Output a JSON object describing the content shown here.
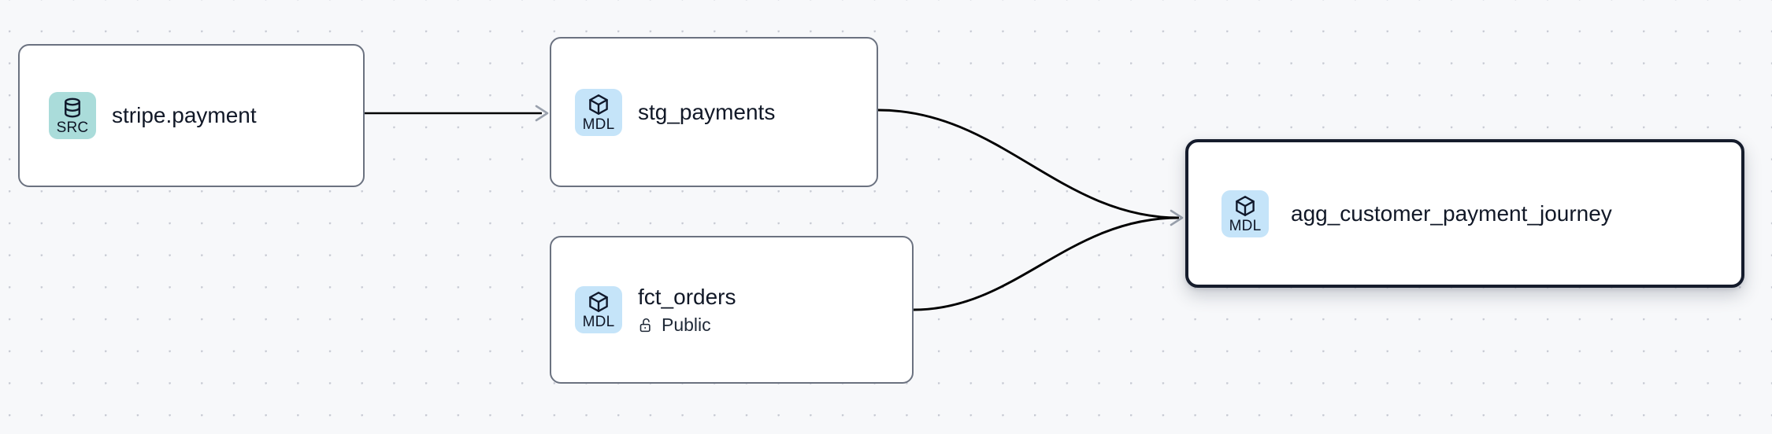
{
  "graph": {
    "background_color": "#f7f8fa",
    "grid": "dot-grid",
    "nodes": [
      {
        "id": "stripe-payment",
        "title": "stripe.payment",
        "kind": "SRC",
        "kind_icon": "database-icon",
        "badge_color": "#aadcda",
        "selected": false,
        "subtitle": null,
        "subtitle_icon": null
      },
      {
        "id": "stg-payments",
        "title": "stg_payments",
        "kind": "MDL",
        "kind_icon": "cube-icon",
        "badge_color": "#c5e4f9",
        "selected": false,
        "subtitle": null,
        "subtitle_icon": null
      },
      {
        "id": "fct-orders",
        "title": "fct_orders",
        "kind": "MDL",
        "kind_icon": "cube-icon",
        "badge_color": "#c5e4f9",
        "selected": false,
        "subtitle": "Public",
        "subtitle_icon": "unlock-icon"
      },
      {
        "id": "agg-customer-payment-journey",
        "title": "agg_customer_payment_journey",
        "kind": "MDL",
        "kind_icon": "cube-icon",
        "badge_color": "#c5e4f9",
        "selected": true,
        "subtitle": null,
        "subtitle_icon": null
      }
    ],
    "edges": [
      {
        "from": "stripe-payment",
        "to": "stg-payments",
        "style": "straight",
        "arrow": true
      },
      {
        "from": "stg-payments",
        "to": "agg-customer-payment-journey",
        "style": "bezier",
        "arrow": true
      },
      {
        "from": "fct-orders",
        "to": "agg-customer-payment-journey",
        "style": "bezier",
        "arrow": true
      }
    ],
    "edge_color": "#000000",
    "arrow_color": "#9aa1ad"
  }
}
